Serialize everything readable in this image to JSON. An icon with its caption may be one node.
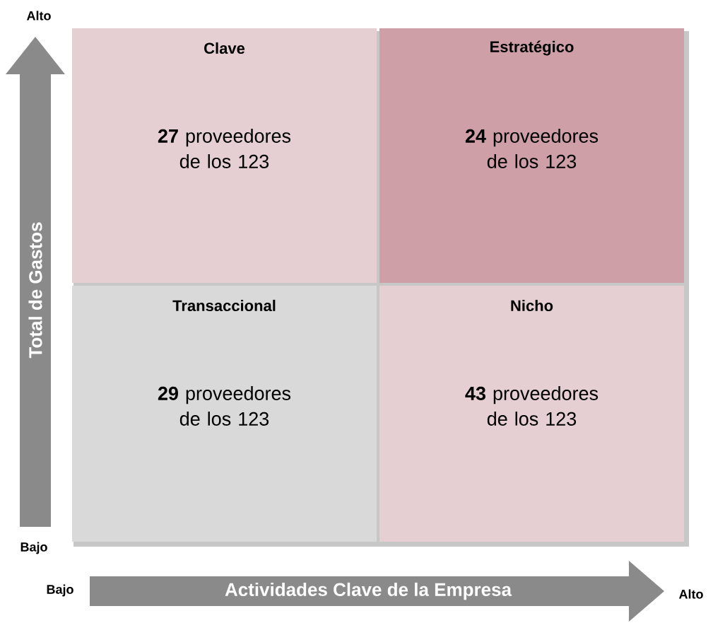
{
  "diagram": {
    "nodes": [
      {
        "text": [
          "Clave",
          "**27** proveedores de los 123"
        ]
      },
      {
        "text": [
          "Estratégico",
          "**24** proveedores de los 123"
        ]
      },
      {
        "text": [
          "Transaccional",
          "**29** proveedores de los 123"
        ]
      },
      {
        "text": [
          "Nicho",
          "**43** proveedores de los 123"
        ]
      },
      {
        "text": [
          "Total de Gastos"
        ]
      },
      {
        "text": [
          "Actividades Clave de la Empresa"
        ]
      }
    ],
    "labels": [
      "Alto",
      "Bajo",
      "Bajo",
      "Alto"
    ]
  }
}
